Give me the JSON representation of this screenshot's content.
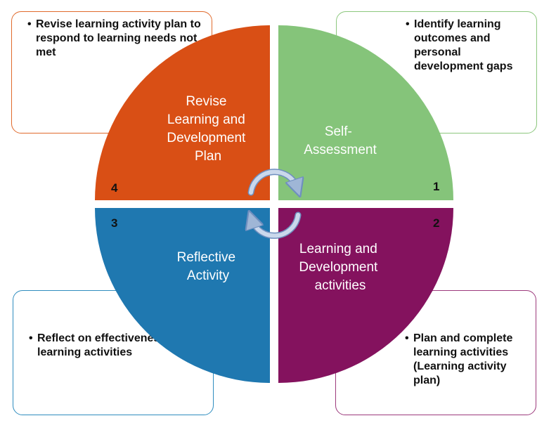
{
  "quadrants": {
    "revise": {
      "lines": [
        "Revise",
        "Learning and",
        "Development",
        "Plan"
      ],
      "number": "4",
      "color": "#d94f15"
    },
    "self_assessment": {
      "lines": [
        "Self-",
        "Assessment"
      ],
      "number": "1",
      "color": "#85c47a"
    },
    "learning_activities": {
      "lines": [
        "Learning and",
        "Development",
        "activities"
      ],
      "number": "2",
      "color": "#84125e"
    },
    "reflective": {
      "lines": [
        "Reflective",
        "Activity"
      ],
      "number": "3",
      "color": "#1f78b0"
    }
  },
  "notes": {
    "top_left": "Revise learning activity plan to respond to learning needs not met",
    "top_right": "Identify learning outcomes and personal development gaps",
    "bottom_left": "Reflect on effectiveness of learning activities",
    "bottom_right": "Plan and complete learning activities (Learning activity plan)"
  }
}
